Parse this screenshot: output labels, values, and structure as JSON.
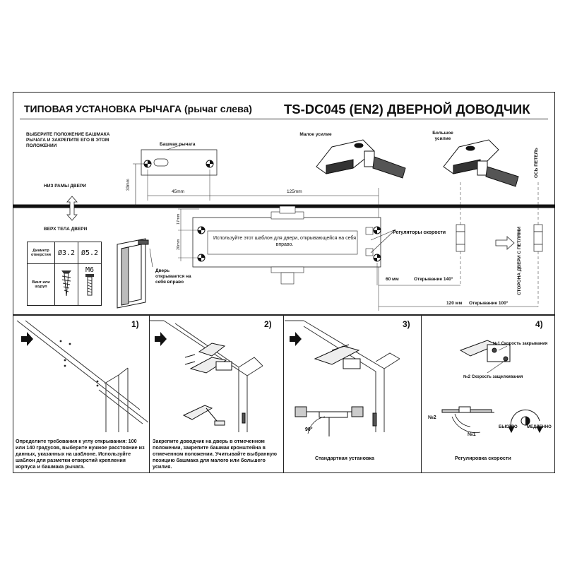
{
  "header": {
    "title_left": "ТИПОВАЯ УСТАНОВКА РЫЧАГА (рычаг слева)",
    "title_right": "TS-DC045 (EN2) ДВЕРНОЙ ДОВОДЧИК"
  },
  "top_panel": {
    "select_note": "ВЫБЕРИТЕ ПОЛОЖЕНИЕ БАШМАКА РЫЧАГА И ЗАКРЕПИТЕ ЕГО В ЭТОМ ПОЛОЖЕНИИ",
    "shoe_label": "Башмак рычага",
    "small_force": "Малое усилие",
    "large_force": "Большое усилие",
    "hinge_axis": "ОСЬ ПЕТЕЛЬ",
    "frame_bottom": "НИЗ РАМЫ ДВЕРИ",
    "door_top": "ВЕРХ ТЕЛА ДВЕРИ",
    "dim_33": "33mm",
    "dim_45": "45mm",
    "dim_125": "125mm",
    "dim_17": "17mm",
    "dim_20": "20mm",
    "template_text": "Используйте этот шаблон для двери, открывающейся на себя вправо.",
    "speed_regulators": "Регуляторы скорости",
    "hinge_side": "СТОРОНА ДВЕРИ С ПЕТЛЯМИ",
    "door_opens": "Дверь открывается на себя вправо",
    "dim_60": "60 мм",
    "open_140": "Открывание 140°",
    "dim_120": "120 мм",
    "open_100": "Открывание 100°"
  },
  "spec_table": {
    "hole_label": "Диаметр отверстия",
    "hole_values": [
      "Ø3.2",
      "Ø5.2"
    ],
    "screw_label": "Винт или шуруп",
    "screw_value": "M6"
  },
  "steps": [
    {
      "number": "1)",
      "text": "Определите требования к углу открывания: 100 или 140 градусов, выберите нужное расстояние из данных, указанных на шаблоне. Используйте шаблон для разметки отверстий крепления корпуса и башмака рычага."
    },
    {
      "number": "2)",
      "text": "Закрепите доводчик на дверь в отмеченном положении, закрепите башмак кронштейна в отмеченном положении. Учитывайте выбранную позицию башмака для малого или большего усилия."
    },
    {
      "number": "3)",
      "text": "Стандартная установка",
      "angle": "90°"
    },
    {
      "number": "4)",
      "text": "Регулировка скорости",
      "speed_closing": "№1 Скорость закрывания",
      "speed_latching": "№2 Скорость защелкивания",
      "n2": "№2",
      "n1": "№1",
      "fast": "БЫСТРО",
      "slow": "МЕДЛЕННО"
    }
  ]
}
